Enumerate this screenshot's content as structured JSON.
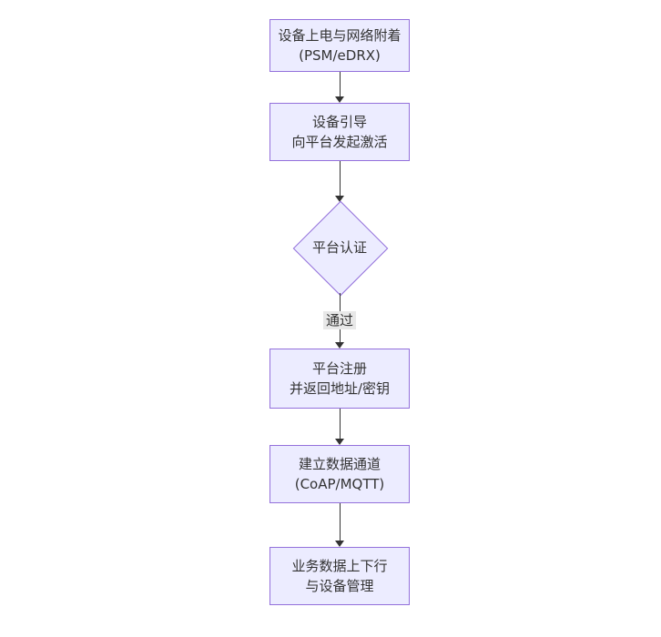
{
  "flow": {
    "type": "flowchart-top-down",
    "nodes": [
      {
        "id": "A",
        "shape": "rect",
        "lines": [
          "设备上电与网络附着",
          "(PSM/eDRX)"
        ]
      },
      {
        "id": "B",
        "shape": "rect",
        "lines": [
          "设备引导",
          "向平台发起激活"
        ]
      },
      {
        "id": "C",
        "shape": "diamond",
        "lines": [
          "平台认证"
        ]
      },
      {
        "id": "D",
        "shape": "rect",
        "lines": [
          "平台注册",
          "并返回地址/密钥"
        ]
      },
      {
        "id": "E",
        "shape": "rect",
        "lines": [
          "建立数据通道",
          "(CoAP/MQTT)"
        ]
      },
      {
        "id": "F",
        "shape": "rect",
        "lines": [
          "业务数据上下行",
          "与设备管理"
        ]
      }
    ],
    "edges": [
      {
        "from": "A",
        "to": "B",
        "label": ""
      },
      {
        "from": "B",
        "to": "C",
        "label": ""
      },
      {
        "from": "C",
        "to": "D",
        "label": "通过"
      },
      {
        "from": "D",
        "to": "E",
        "label": ""
      },
      {
        "from": "E",
        "to": "F",
        "label": ""
      }
    ],
    "colors": {
      "background": "#ffffff",
      "node_fill": "#ECECFF",
      "node_border": "#9370DB",
      "edge_line": "#333333",
      "edge_label_bg": "#e8e8e8",
      "text": "#333333"
    }
  }
}
